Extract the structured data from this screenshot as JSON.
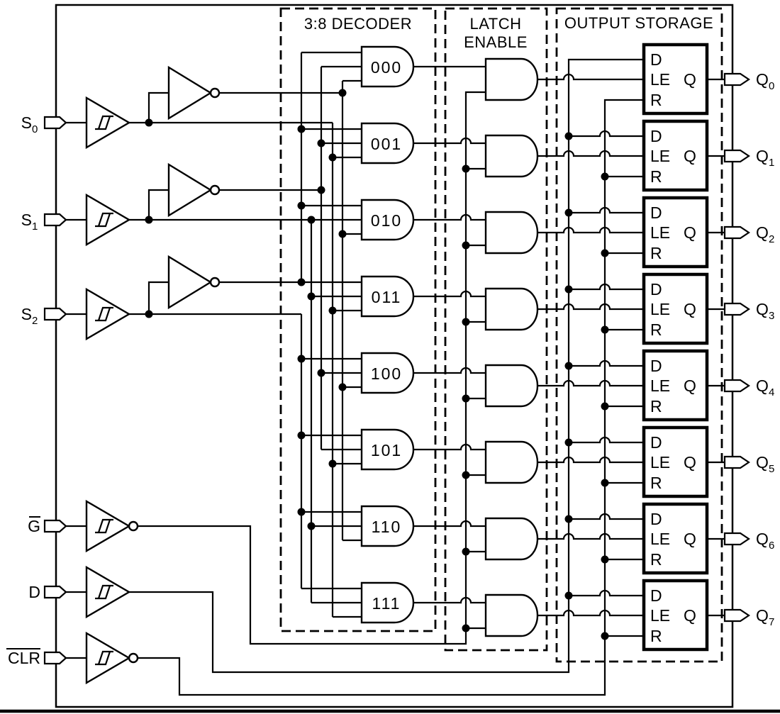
{
  "sections": {
    "decoder": {
      "title": "3:8 DECODER",
      "gates": [
        "000",
        "001",
        "010",
        "011",
        "100",
        "101",
        "110",
        "111"
      ]
    },
    "latch_enable": {
      "title_line1": "LATCH",
      "title_line2": "ENABLE"
    },
    "output_storage": {
      "title": "OUTPUT STORAGE"
    }
  },
  "inputs": [
    {
      "id": "s0",
      "base": "S",
      "sub": "0",
      "overline": false
    },
    {
      "id": "s1",
      "base": "S",
      "sub": "1",
      "overline": false
    },
    {
      "id": "s2",
      "base": "S",
      "sub": "2",
      "overline": false
    },
    {
      "id": "g",
      "base": "G",
      "sub": "",
      "overline": true
    },
    {
      "id": "d",
      "base": "D",
      "sub": "",
      "overline": false
    },
    {
      "id": "clr",
      "base": "CLR",
      "sub": "",
      "overline": true
    }
  ],
  "latch_pins": {
    "data": "D",
    "enable": "LE",
    "reset": "R",
    "output": "Q"
  },
  "outputs": [
    {
      "base": "Q",
      "sub": "0"
    },
    {
      "base": "Q",
      "sub": "1"
    },
    {
      "base": "Q",
      "sub": "2"
    },
    {
      "base": "Q",
      "sub": "3"
    },
    {
      "base": "Q",
      "sub": "4"
    },
    {
      "base": "Q",
      "sub": "5"
    },
    {
      "base": "Q",
      "sub": "6"
    },
    {
      "base": "Q",
      "sub": "7"
    }
  ],
  "colors": {
    "line": "#000000",
    "background": "#ffffff"
  }
}
